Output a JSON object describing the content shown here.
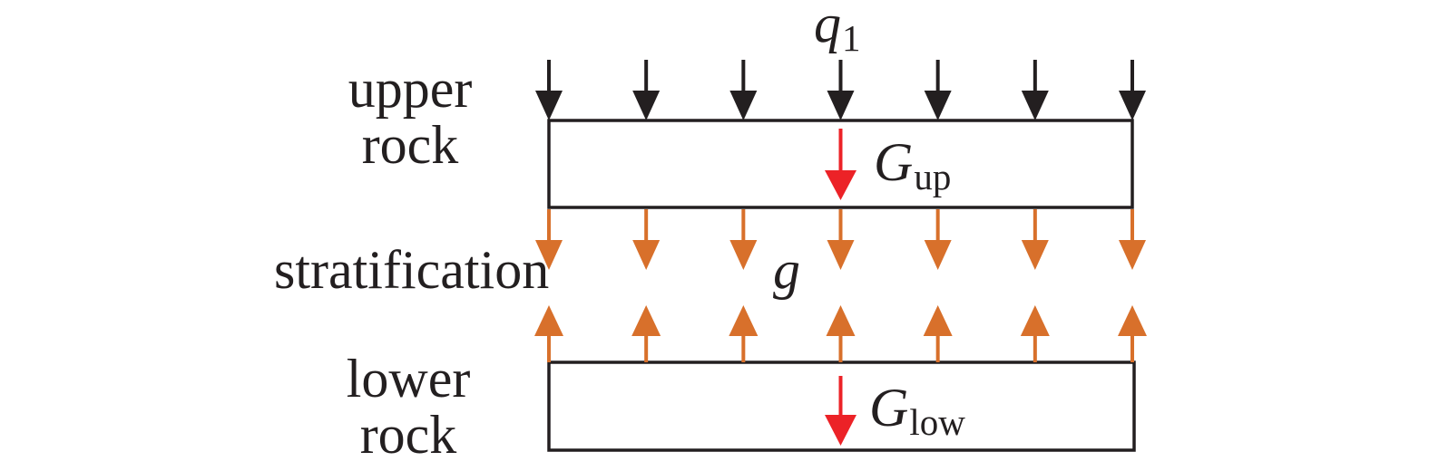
{
  "diagram": {
    "side_labels": {
      "upper_rock": {
        "line1": "upper",
        "line2": "rock"
      },
      "stratification": "stratification",
      "lower_rock": {
        "line1": "lower",
        "line2": "rock"
      }
    },
    "force_labels": {
      "surface_load": {
        "main": "q",
        "sub": "1"
      },
      "upper_weight": {
        "main": "G",
        "sub": "up"
      },
      "interlayer_gravity": "g",
      "lower_weight": {
        "main": "G",
        "sub": "low"
      }
    },
    "arrows": {
      "columns_per_row": 7,
      "surface_load_color": "#231F20",
      "interlayer_color": "#D8702B",
      "weight_color": "#EC2227"
    },
    "outline_color": "#231F20",
    "text_color": "#231F20",
    "background_color": "#FFFFFF"
  }
}
